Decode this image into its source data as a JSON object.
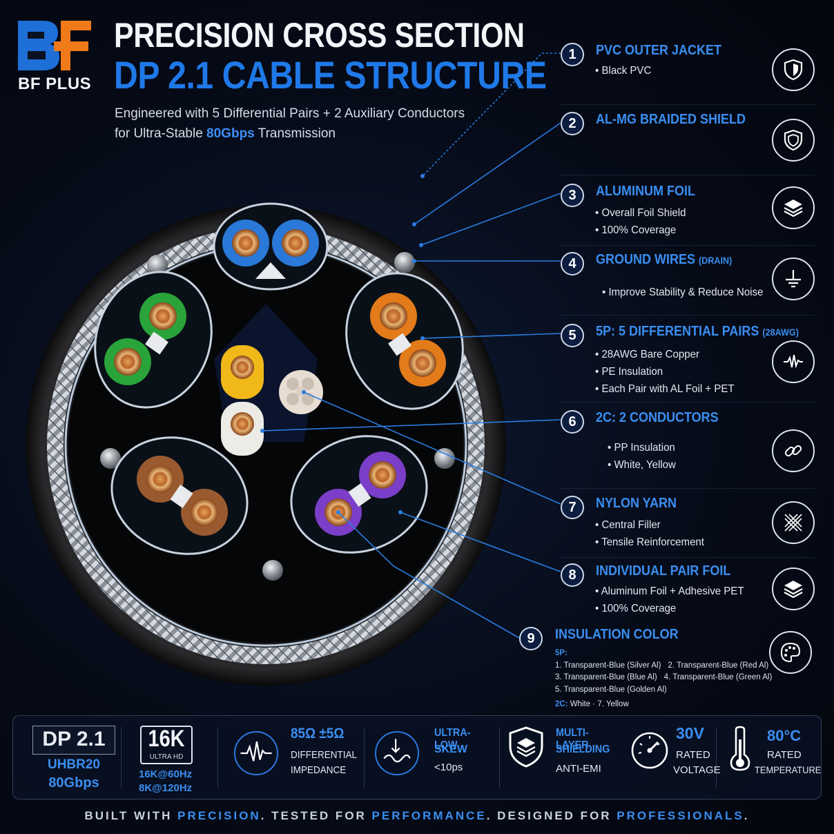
{
  "brand": {
    "logo_letters": "BF",
    "name": "BF PLUS"
  },
  "header": {
    "title_line1": "PRECISION CROSS SECTION",
    "title_line2": "DP 2.1 CABLE STRUCTURE",
    "subtitle_line1": "Engineered with 5 Differential Pairs + 2 Auxiliary Conductors",
    "subtitle_line2_pre": "for Ultra-Stable ",
    "subtitle_line2_hl": "80Gbps",
    "subtitle_line2_post": " Transmission"
  },
  "colors": {
    "accent": "#1f79e8",
    "label_blue": "#3a8ef0",
    "background": "#060b18"
  },
  "layers": [
    {
      "num": "1",
      "title": "PVC OUTER JACKET",
      "title_small": "",
      "lines": [
        "• Black PVC"
      ],
      "icon": "shield-icon"
    },
    {
      "num": "2",
      "title": "AL-MG BRAIDED SHIELD",
      "title_small": "",
      "lines": [],
      "icon": "shield-outline-icon"
    },
    {
      "num": "3",
      "title": "ALUMINUM FOIL",
      "title_small": "",
      "lines": [
        "• Overall Foil Shield",
        "• 100% Coverage"
      ],
      "icon": "layers-icon"
    },
    {
      "num": "4",
      "title": "GROUND WIRES",
      "title_small": "(DRAIN)",
      "lines": [
        "• Improve Stability & Reduce Noise"
      ],
      "icon": "ground-icon"
    },
    {
      "num": "5",
      "title": "5P: 5 DIFFERENTIAL PAIRS",
      "title_small": "(28AWG)",
      "lines": [
        "• 28AWG Bare Copper",
        "• PE Insulation",
        "• Each Pair with AL Foil + PET"
      ],
      "icon": "waveform-icon"
    },
    {
      "num": "6",
      "title": "2C: 2 CONDUCTORS",
      "title_small": "",
      "lines": [
        "• PP Insulation",
        "• White, Yellow"
      ],
      "icon": "link-icon"
    },
    {
      "num": "7",
      "title": "NYLON YARN",
      "title_small": "",
      "lines": [
        "• Central Filler",
        "• Tensile Reinforcement"
      ],
      "icon": "mesh-icon"
    },
    {
      "num": "8",
      "title": "INDIVIDUAL PAIR FOIL",
      "title_small": "",
      "lines": [
        "• Aluminum Foil + Adhesive PET",
        "• 100% Coverage"
      ],
      "icon": "layers-icon"
    }
  ],
  "insulation": {
    "num": "9",
    "title": "INSULATION COLOR",
    "label_5p": "5P:",
    "line1a": "1. Transparent-Blue (Silver Al)",
    "line1b": "2. Transparent-Blue (Red Al)",
    "line2a": "3. Transparent-Blue (Blue Al)",
    "line2b": "4. Transparent-Blue (Green Al)",
    "line3": "5. Transparent-Blue (Golden Al)",
    "label_2c": "2C:",
    "line4": "White  ·  7. Yellow",
    "icon": "palette-icon"
  },
  "specs": {
    "dp_title": "DP 2.1",
    "dp_sub1": "UHBR20",
    "dp_sub2": "80Gbps",
    "res_big": "16K",
    "res_small": "ULTRA HD",
    "res_line1": "16K@60Hz",
    "res_line2": "8K@120Hz",
    "imp_value": "85Ω ±5Ω",
    "imp_line1": "DIFFERENTIAL",
    "imp_line2": "IMPEDANCE",
    "skew_line1": "ULTRA-LOW",
    "skew_line2": "SKEW",
    "skew_line3": "<10ps",
    "shield_line1": "MULTI-LAYER",
    "shield_line2": "SHIELDING",
    "shield_line3": "ANTI-EMI",
    "volt_value": "30V",
    "volt_line1": "RATED",
    "volt_line2": "VOLTAGE",
    "temp_value": "80°C",
    "temp_line1": "RATED",
    "temp_line2": "TEMPERATURE"
  },
  "footer": {
    "p1": "BUILT WITH ",
    "h1": "PRECISION",
    "p2": ". TESTED FOR ",
    "h2": "PERFORMANCE",
    "p3": ". DESIGNED FOR ",
    "h3": "PROFESSIONALS",
    "p4": "."
  }
}
